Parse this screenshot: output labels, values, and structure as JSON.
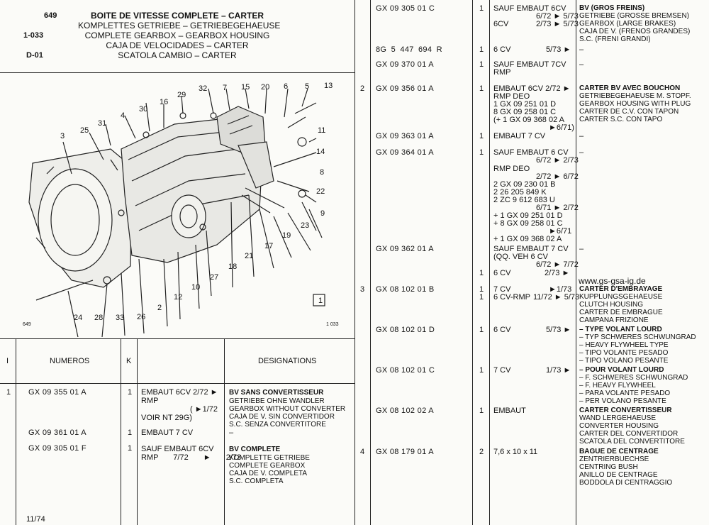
{
  "page": {
    "ref_a": "649",
    "ref_b": "1-033",
    "ref_c": "D-01",
    "titles": [
      "BOITE DE VITESSE COMPLETE – CARTER",
      "KOMPLETTES GETRIEBE – GETRIEBEGEHAEUSE",
      "COMPLETE GEARBOX – GEARBOX HOUSING",
      "CAJA DE VELOCIDADES – CARTER",
      "SCATOLA CAMBIO – CARTER"
    ],
    "footer_date": "11/74",
    "website": "www.gs-gsa-ig.de"
  },
  "diagram": {
    "labels": [
      "649",
      "32",
      "7",
      "15",
      "20",
      "6",
      "5",
      "13",
      "29",
      "30",
      "16",
      "31",
      "4",
      "25",
      "3",
      "11",
      "14",
      "8",
      "22",
      "9",
      "23",
      "19",
      "17",
      "21",
      "18",
      "27",
      "10",
      "12",
      "2",
      "26",
      "33",
      "28",
      "24",
      "1",
      "1 033"
    ],
    "box_label": "1"
  },
  "table_header": {
    "col_i": "I",
    "col_num": "NUMEROS",
    "col_k": "K",
    "col_des": "DESIGNATIONS"
  },
  "left_rows": [
    {
      "i": "1",
      "num": "GX 09 355 01 A",
      "k": "1",
      "desc": [
        "EMBAUT 6CV 2/72 ►",
        "RMP",
        "( ►1/72",
        "VOIR NT 29G)"
      ],
      "des": [
        "BV SANS CONVERTISSEUR",
        "GETRIEBE OHNE WANDLER",
        "GEARBOX WITHOUT CONVERTER",
        "CAJA DE V. SIN CONVERTIDOR",
        "S.C. SENZA CONVERTITORE"
      ]
    },
    {
      "i": "",
      "num": "GX 09 361 01 A",
      "k": "1",
      "desc": [
        "EMBAUT 7 CV"
      ],
      "des": [
        "–"
      ]
    },
    {
      "i": "",
      "num": "GX 09 305 01 F",
      "k": "1",
      "desc": [
        "SAUF EMBAUT 6CV",
        "RMP 7/72 ► 2/73"
      ],
      "des": [
        "BV COMPLETE",
        "KOMPLETTE GETRIEBE",
        "COMPLETE GEARBOX",
        "CAJA DE V. COMPLETA",
        "S.C. COMPLETA"
      ]
    }
  ],
  "right_rows": {
    "r1": {
      "num": "GX 09 305 01 C",
      "k": "1",
      "d1": "SAUF EMBAUT 6CV",
      "d2a": "6/72 ► 5/73",
      "d3a": "6CV",
      "d3b": "2/73 ► 5/73",
      "des": [
        "BV (GROS FREINS)",
        "GETRIEBE (GROSSE BREMSEN)",
        "GEARBOX (LARGE BRAKES)",
        "CAJA DE V. (FRENOS GRANDES)",
        "S.C. (FRENI GRANDI)"
      ]
    },
    "r2": {
      "num": "8G 5 447 694 R",
      "k": "1",
      "d1": "6 CV",
      "d2": "5/73 ►",
      "des": "–"
    },
    "r3": {
      "num": "GX 09 370 01 A",
      "k": "1",
      "d1": "SAUF EMBAUT 7CV",
      "d2": "RMP",
      "des": "–"
    },
    "r4": {
      "i": "2",
      "num": "GX 09 356 01 A",
      "k": "1",
      "desc": [
        "EMBAUT 6CV 2/72 ►",
        "RMP DEO",
        "1 GX 09 251 01 D",
        "8 GX 09 258 01 C",
        "(+ 1 GX 09 368 02 A",
        "►6/71)"
      ],
      "des": [
        "CARTER BV AVEC BOUCHON",
        "GETRIEBEGEHAEUSE M. STOPF.",
        "GEARBOX HOUSING WITH PLUG",
        "CARTER DE C.V. CON TAPON",
        "CARTER S.C. CON TAPO"
      ]
    },
    "r5": {
      "num": "GX 09 363 01 A",
      "k": "1",
      "d1": "EMBAUT 7 CV",
      "des": "–"
    },
    "r6": {
      "num": "GX 09 364 01 A",
      "k": "1",
      "desc": [
        "SAUF EMBAUT 6 CV",
        "6/72 ► 2/73",
        "RMP DEO",
        "2/72 ► 6/72",
        "2 GX 09 230 01 B",
        "2 26 205 849 K",
        "2 ZC 9 612 683 U",
        "6/71 ► 2/72",
        "+ 1 GX 09 251 01 D",
        "+ 8 GX 09 258 01 C",
        "►6/71",
        "+ 1 GX 09 368 02 A"
      ],
      "des": "–"
    },
    "r7": {
      "num": "GX 09 362 01 A",
      "k": "1",
      "desc": [
        "SAUF EMBAUT 7 CV",
        "(QQ. VEH 6 CV",
        "6/72 ► 7/72",
        "6 CV",
        "2/73 ►"
      ],
      "des": "–"
    },
    "r8": {
      "i": "3",
      "num": "GX 08 102 01 B",
      "k1": "1",
      "k2": "1",
      "d1a": "7 CV",
      "d1b": "►1/73",
      "d2a": "6 CV-RMP",
      "d2b": "11/72 ► 5/73",
      "des": [
        "CARTER D'EMBRAYAGE",
        "KUPPLUNGSGEHAEUSE",
        "CLUTCH HOUSING",
        "CARTER DE EMBRAGUE",
        "CAMPANA FRIZIONE"
      ]
    },
    "r9": {
      "num": "GX 08 102 01 D",
      "k": "1",
      "d1": "6 CV",
      "d2": "5/73 ►",
      "des": [
        "– TYPE VOLANT LOURD",
        "– TYP SCHWERES SCHWUNGRAD",
        "– HEAVY FLYWHEEL TYPE",
        "– TIPO VOLANTE PESADO",
        "– TIPO VOLANO PESANTE"
      ]
    },
    "r10": {
      "num": "GX 08 102 01 C",
      "k": "1",
      "d1": "7 CV",
      "d2": "1/73 ►",
      "des": [
        "– POUR VOLANT LOURD",
        "– F. SCHWERES SCHWUNGRAD",
        "– F. HEAVY FLYWHEEL",
        "– PARA VOLANTE PESADO",
        "– PER VOLANO PESANTE"
      ]
    },
    "r11": {
      "num": "GX 08 102 02 A",
      "k": "1",
      "d1": "EMBAUT",
      "des": [
        "CARTER CONVERTISSEUR",
        "WAND LERGEHAEUSE",
        "CONVERTER HOUSING",
        "CARTER DEL CONVERTIDOR",
        "SCATOLA DEL CONVERTITORE"
      ]
    },
    "r12": {
      "i": "4",
      "num": "GX 08 179 01 A",
      "k": "2",
      "d1": "7,6 x 10 x 11",
      "des": [
        "BAGUE DE CENTRAGE",
        "ZENTRIERBUECHSE",
        "CENTRING BUSH",
        "ANILLO DE CENTRAGE",
        "BODDOLA DI CENTRAGGIO"
      ]
    }
  }
}
